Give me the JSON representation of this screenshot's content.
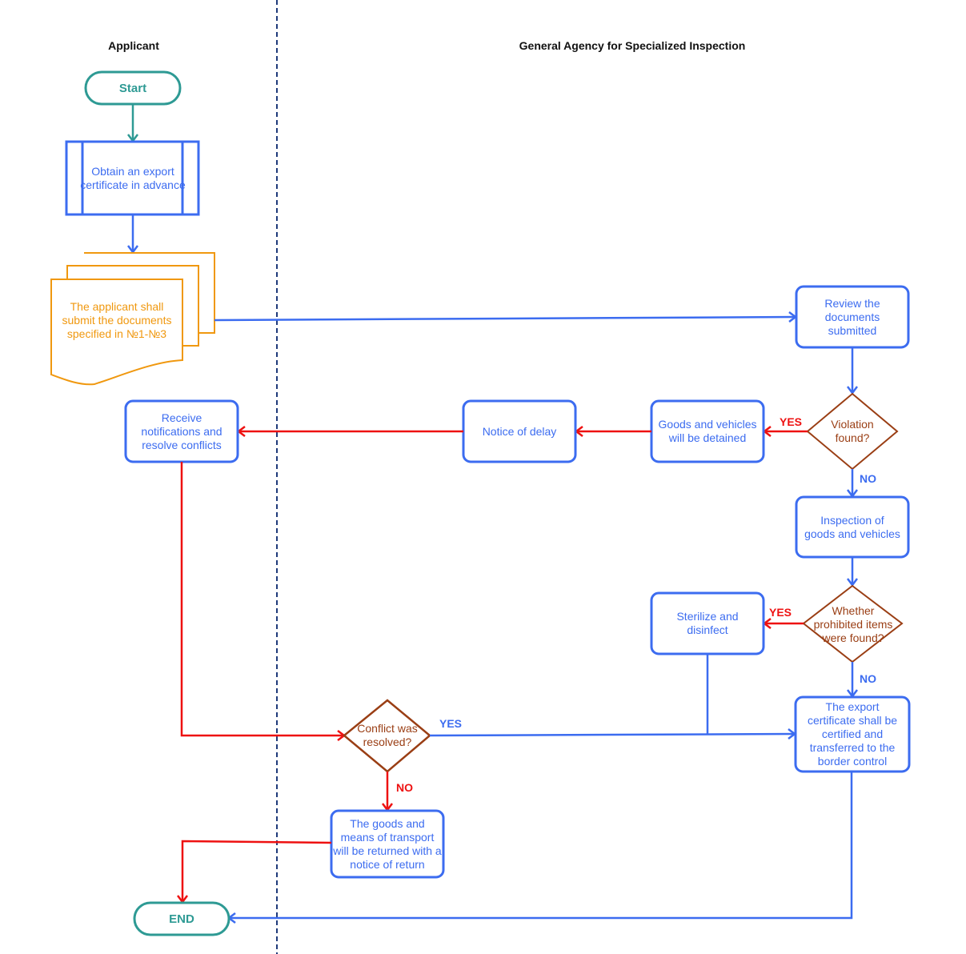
{
  "lanes": {
    "applicant": "Applicant",
    "agency": "General Agency for Specialized Inspection"
  },
  "colors": {
    "process_blue": "#3c6cf0",
    "terminal_teal": "#2e9a94",
    "document_orange": "#f0980f",
    "decision_brown": "#9a3e14",
    "flow_red": "#ee1111",
    "lane_divider": "#1f3a7a"
  },
  "nodes": {
    "start": "Start",
    "obtain_certificate": "Obtain an export certificate in advance",
    "submit_documents": "The applicant shall submit the documents specified in №1-№3",
    "review_documents": "Review the documents submitted",
    "violation_found": "Violation found?",
    "goods_detained": "Goods and vehicles will be detained",
    "notice_of_delay": "Notice of delay",
    "receive_notifications": "Receive notifications and resolve conflicts",
    "inspection": "Inspection of goods and vehicles",
    "prohibited_items": "Whether prohibited items were found?",
    "sterilize": "Sterilize and disinfect",
    "certify_transfer": "The export certificate shall be certified and transferred to the border control",
    "conflict_resolved": "Conflict was resolved?",
    "goods_returned": "The goods and means of transport will be returned with a notice of return",
    "end": "END"
  },
  "edge_labels": {
    "violation_yes": "YES",
    "violation_no": "NO",
    "prohibited_yes": "YES",
    "prohibited_no": "NO",
    "conflict_yes": "YES",
    "conflict_no": "NO"
  }
}
